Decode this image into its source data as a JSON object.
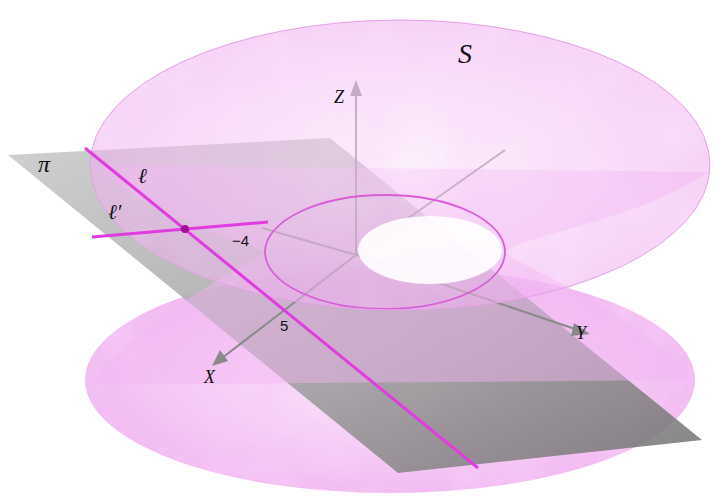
{
  "diagram": {
    "labels": [
      "S",
      "π",
      "ℓ",
      "ℓ′",
      "Z",
      "−4",
      "5",
      "Y",
      "X"
    ]
  }
}
